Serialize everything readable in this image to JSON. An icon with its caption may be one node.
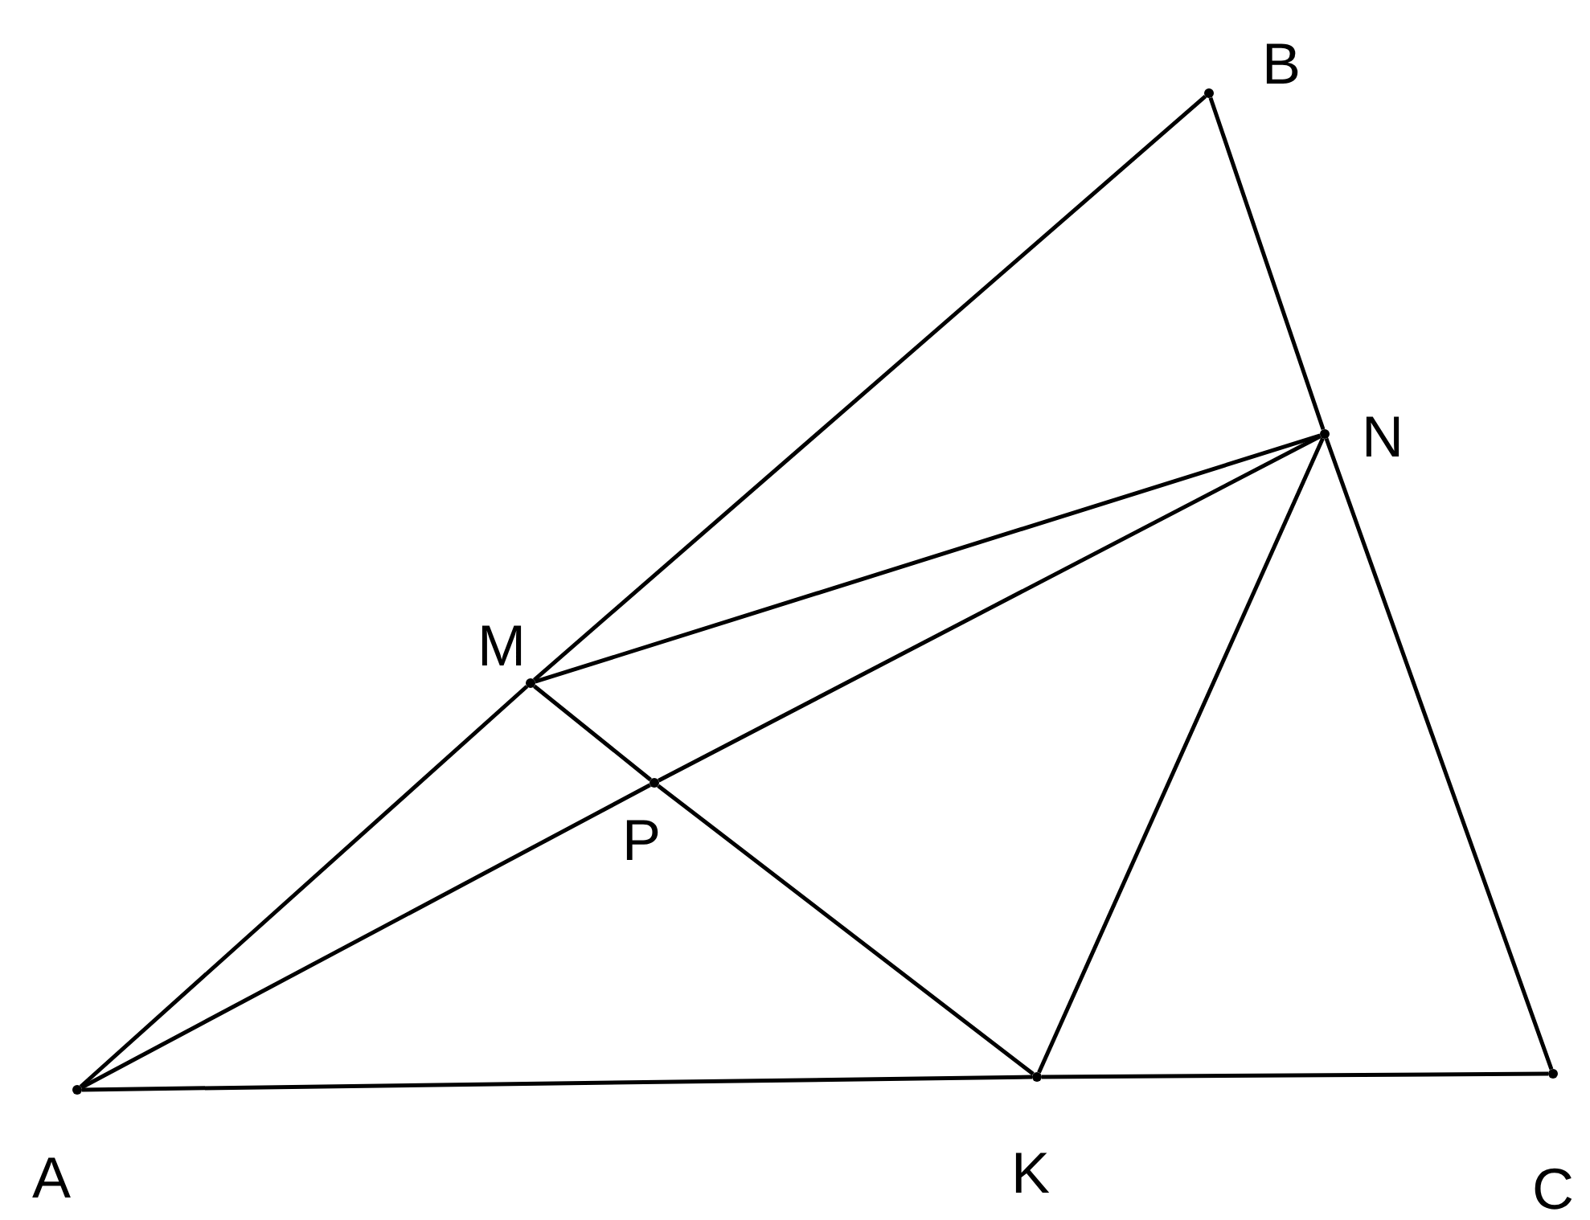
{
  "diagram": {
    "nodes": [
      {
        "text": [],
        "shape": "point",
        "beside": [
          "B"
        ]
      },
      {
        "text": [],
        "shape": "point",
        "beside": [
          "N"
        ]
      },
      {
        "text": [],
        "shape": "point",
        "beside": [
          "M"
        ]
      },
      {
        "text": [],
        "shape": "point",
        "beside": [
          "P"
        ]
      },
      {
        "text": [],
        "shape": "point",
        "beside": [
          "A"
        ]
      },
      {
        "text": [],
        "shape": "point",
        "beside": [
          "K"
        ]
      },
      {
        "text": [],
        "shape": "point",
        "beside": [
          "C"
        ]
      }
    ],
    "edges": [
      {
        "from": 4,
        "to": 2,
        "arrow": "none"
      },
      {
        "from": 2,
        "to": 0,
        "arrow": "none"
      },
      {
        "from": 0,
        "to": 1,
        "arrow": "none"
      },
      {
        "from": 1,
        "to": 6,
        "arrow": "none"
      },
      {
        "from": 4,
        "to": 5,
        "arrow": "none"
      },
      {
        "from": 5,
        "to": 6,
        "arrow": "none"
      },
      {
        "from": 2,
        "to": 1,
        "arrow": "none"
      },
      {
        "from": 4,
        "to": 3,
        "arrow": "none"
      },
      {
        "from": 3,
        "to": 1,
        "arrow": "none"
      },
      {
        "from": 2,
        "to": 3,
        "arrow": "none"
      },
      {
        "from": 3,
        "to": 5,
        "arrow": "none"
      },
      {
        "from": 5,
        "to": 1,
        "arrow": "none"
      }
    ]
  }
}
